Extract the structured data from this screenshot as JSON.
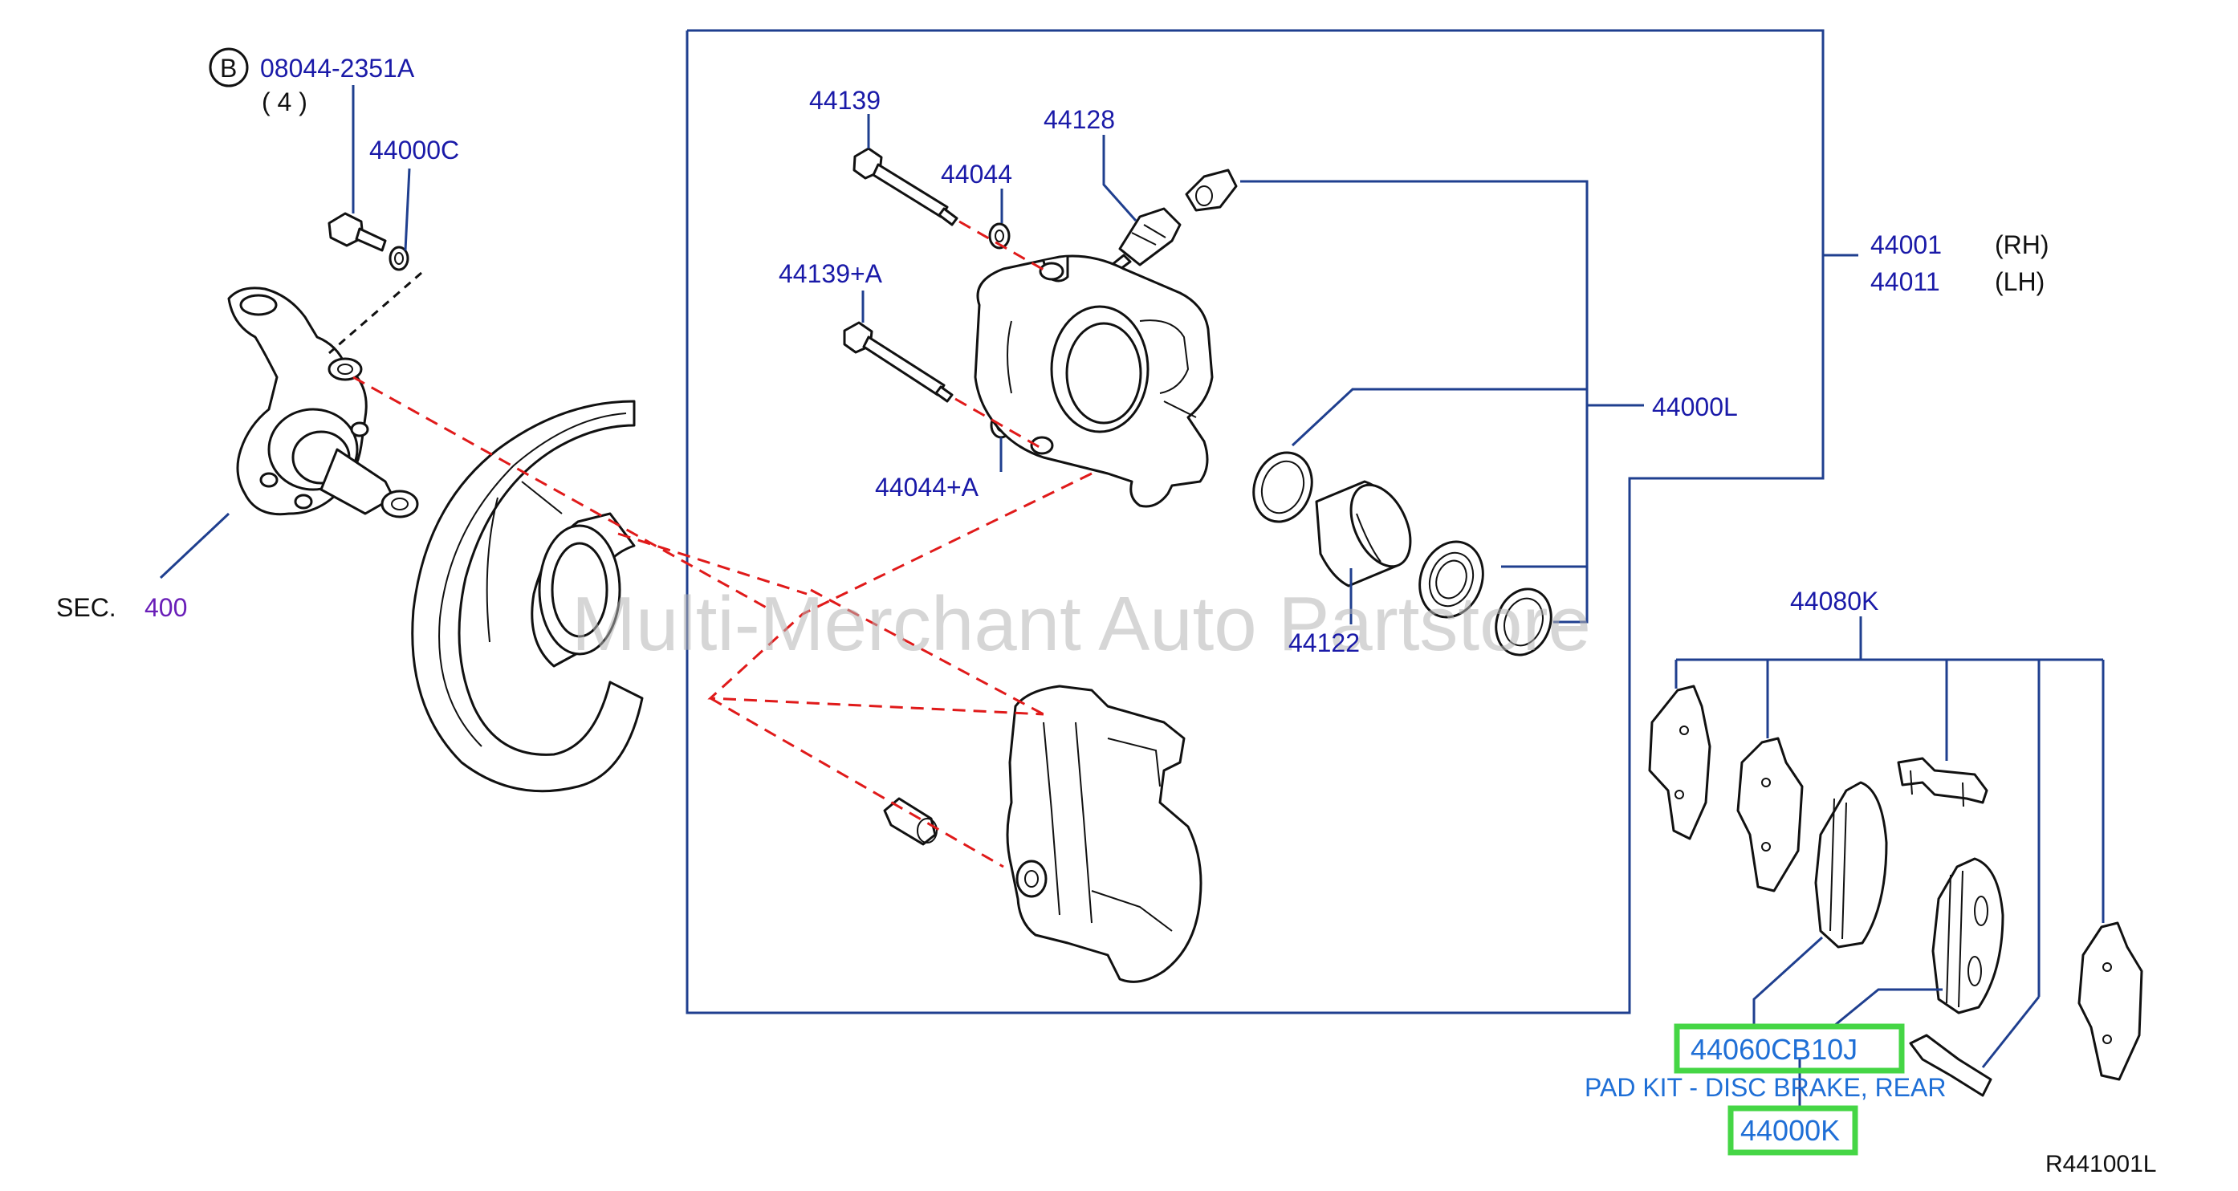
{
  "labels": {
    "bolt_code": "B",
    "bolt_part": "08044-2351A",
    "bolt_qty": "( 4 )",
    "washer": "44000C",
    "sec_prefix": "SEC.",
    "sec_number": "400",
    "pin_bolt": "44139",
    "pin_bolt_a": "44139+A",
    "boot": "44044",
    "boot_a": "44044+A",
    "bleeder": "44128",
    "seal_kit": "44000L",
    "piston": "44122",
    "caliper_rh_part": "44001",
    "caliper_rh_side": "(RH)",
    "caliper_lh_part": "44011",
    "caliper_lh_side": "(LH)",
    "pad_set": "44080K",
    "pad_kit_part": "44060CB10J",
    "pad_kit_desc": "PAD KIT - DISC BRAKE, REAR",
    "hardware_kit": "44000K",
    "ref_code": "R441001L",
    "watermark": "Multi-Merchant Auto Partstore"
  },
  "colors": {
    "part_number": "#1a1aa8",
    "leader": "#1f3f8f",
    "highlight_box": "#45d645",
    "highlight_text": "#1f6fd6",
    "sec_number": "#6a1fb8",
    "hidden_line": "#e01a1a"
  }
}
